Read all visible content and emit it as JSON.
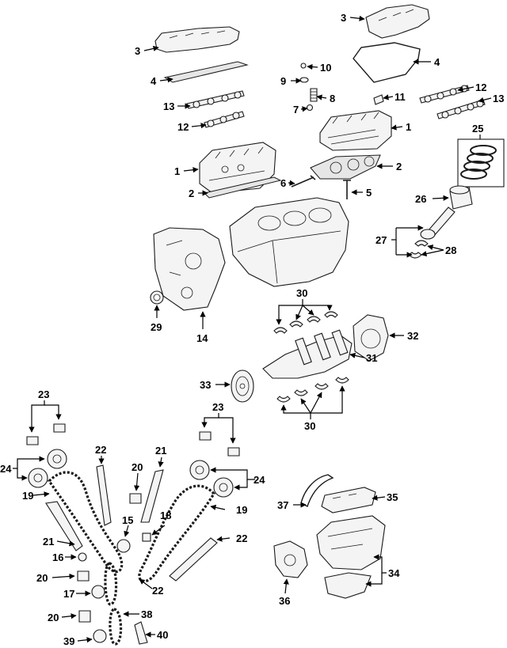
{
  "callouts": {
    "c1": "1",
    "c2": "2",
    "c3": "3",
    "c4": "4",
    "c5": "5",
    "c6": "6",
    "c7": "7",
    "c8": "8",
    "c9": "9",
    "c10": "10",
    "c11": "11",
    "c12": "12",
    "c13": "13",
    "c14": "14",
    "c15": "15",
    "c16": "16",
    "c17": "17",
    "c18": "18",
    "c19": "19",
    "c20": "20",
    "c21": "21",
    "c22": "22",
    "c23": "23",
    "c24": "24",
    "c25": "25",
    "c26": "26",
    "c27": "27",
    "c28": "28",
    "c29": "29",
    "c30": "30",
    "c31": "31",
    "c32": "32",
    "c33": "33",
    "c34": "34",
    "c35": "35",
    "c36": "36",
    "c37": "37",
    "c38": "38",
    "c39": "39",
    "c40": "40"
  },
  "colors": {
    "line": "#1a1a1a",
    "fill": "#f4f4f4",
    "background": "#ffffff"
  }
}
